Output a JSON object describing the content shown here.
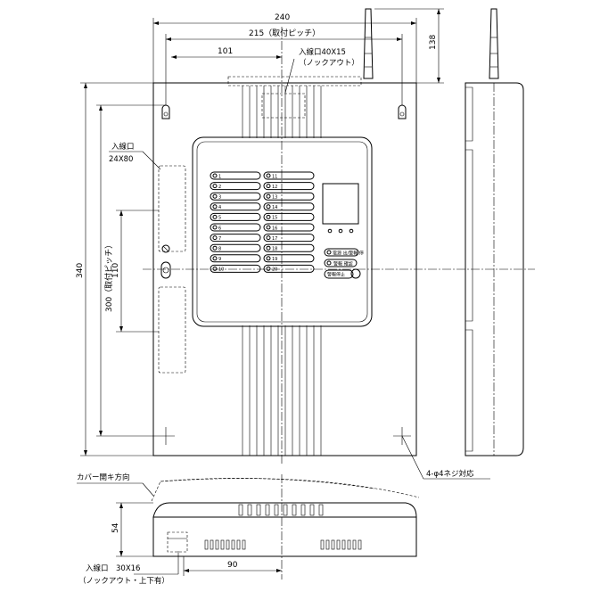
{
  "dimensions": {
    "width_total": "240",
    "mount_pitch_width": "215（取付ピッチ）",
    "offset_101": "101",
    "height_total": "340",
    "mount_pitch_height": "300（取付ピッチ）",
    "inlet_spacing": "110",
    "antenna_height": "138",
    "depth": "54",
    "bottom_offset": "90"
  },
  "labels": {
    "inlet_top": "入線口40X15",
    "inlet_top_knockout": "（ノックアウト）",
    "inlet_left": "入線口",
    "inlet_left_size": "24X80",
    "screw_holes": "4-φ4ネジ対応",
    "cover_direction": "カバー開キ方向",
    "inlet_bottom": "入線口　30X16",
    "inlet_bottom_knockout": "（ノックアウト・上下有）"
  },
  "panel": {
    "zones_left": [
      "1",
      "2",
      "3",
      "4",
      "5",
      "6",
      "7",
      "8",
      "9",
      "10"
    ],
    "zones_right": [
      "11",
      "12",
      "13",
      "14",
      "15",
      "16",
      "17",
      "18",
      "19",
      "20"
    ],
    "buttons": [
      "電源 出/警報 停",
      "警報 確認",
      "警報停止"
    ]
  }
}
